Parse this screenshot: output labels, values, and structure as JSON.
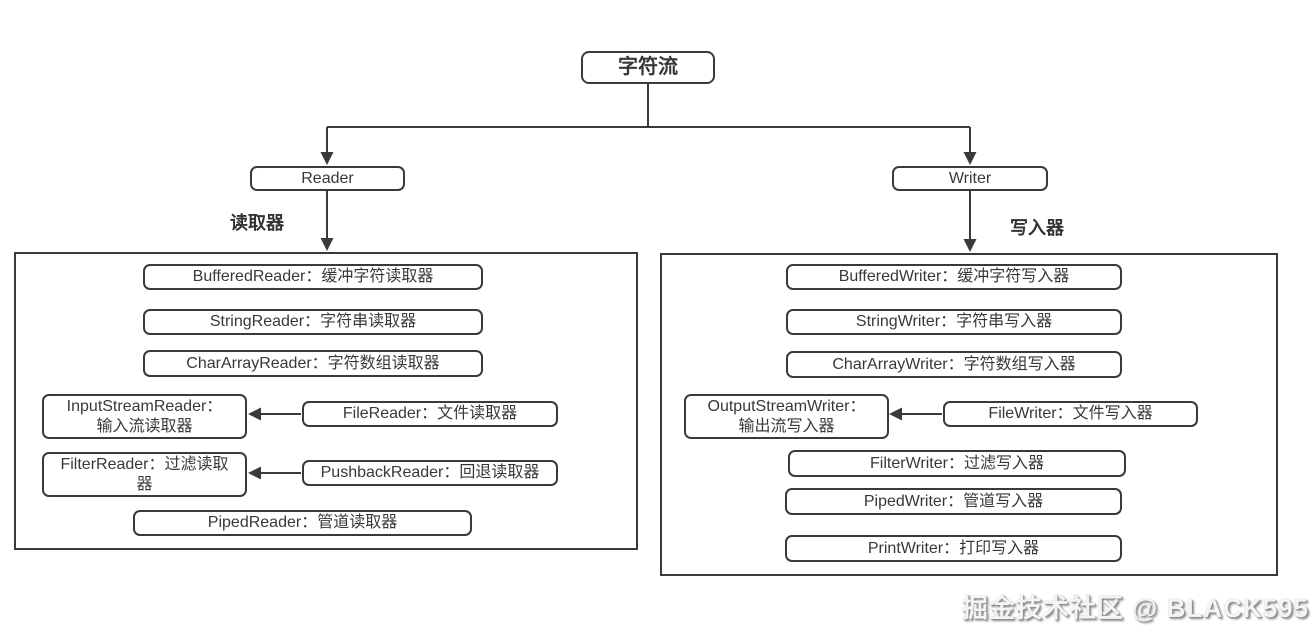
{
  "root": {
    "label": "字符流"
  },
  "reader": {
    "label": "Reader",
    "caption": "读取器",
    "nodes": {
      "buffered": "BufferedReader：缓冲字符读取器",
      "string": "StringReader：字符串读取器",
      "char_array": "CharArrayReader：字符数组读取器",
      "input_stream": {
        "name": "InputStreamReader：",
        "desc": "输入流读取器"
      },
      "file": "FileReader：文件读取器",
      "filter": "FilterReader：过滤读取器",
      "pushback": "PushbackReader：回退读取器",
      "piped": "PipedReader：管道读取器"
    }
  },
  "writer": {
    "label": "Writer",
    "caption": "写入器",
    "nodes": {
      "buffered": "BufferedWriter：缓冲字符写入器",
      "string": "StringWriter：字符串写入器",
      "char_array": "CharArrayWriter：字符数组写入器",
      "output_stream": {
        "name": "OutputStreamWriter：",
        "desc": "输出流写入器"
      },
      "file": "FileWriter：文件写入器",
      "filter": "FilterWriter：过滤写入器",
      "piped": "PipedWriter：管道写入器",
      "print": "PrintWriter：打印写入器"
    }
  },
  "watermark": "掘金技术社区 @ BLACK595",
  "colors": {
    "line": "#3a3a3a",
    "background": "#ffffff",
    "text": "#383838"
  }
}
